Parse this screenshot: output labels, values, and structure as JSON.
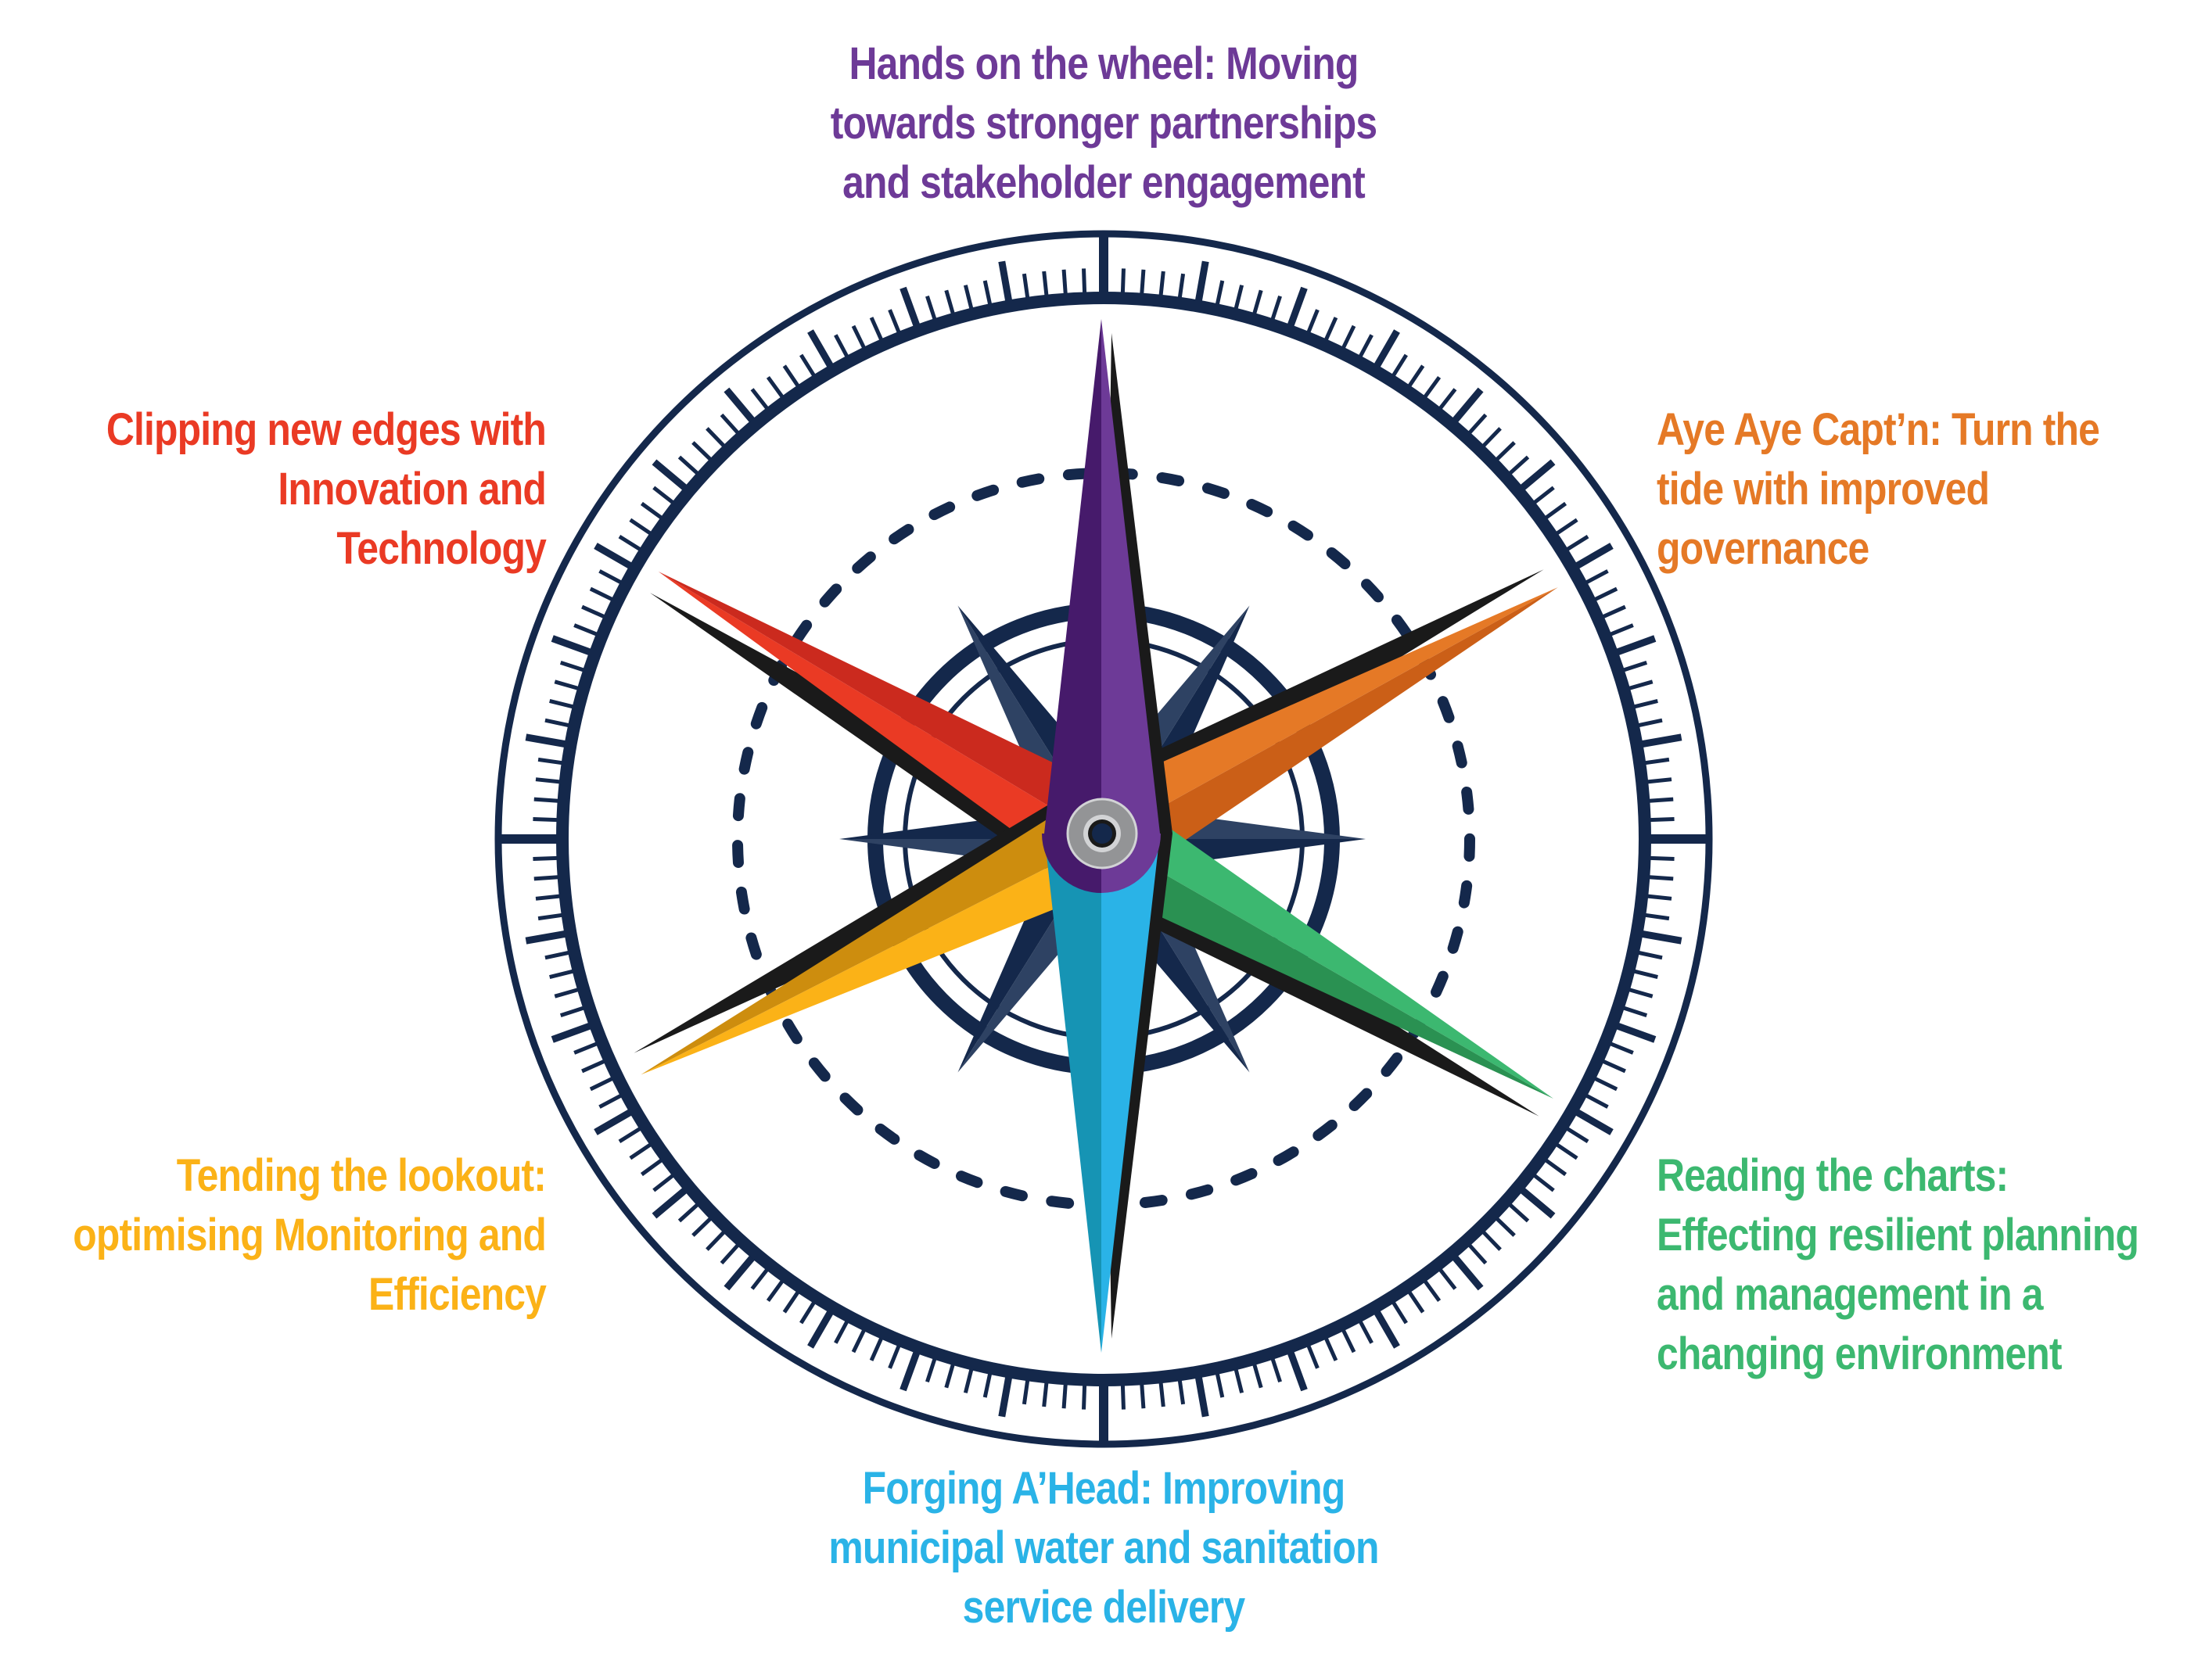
{
  "colors": {
    "navy": "#14284b",
    "navy_light": "#2e4263",
    "shadow": "#1a1a1a",
    "purple": "#6d3a97",
    "purple_dark": "#461a6b",
    "blue": "#2ab3e7",
    "blue_dark": "#1694b4",
    "red": "#ea3a24",
    "red_dark": "#cb2a1e",
    "orange": "#e57926",
    "orange_dark": "#cb5f17",
    "yellow": "#fbb217",
    "yellow_dark": "#cd8d0e",
    "green": "#3cb870",
    "green_dark": "#2a9152",
    "hub_gray": "#939496",
    "hub_light": "#d2d3d5"
  },
  "themes": [
    {
      "id": "top",
      "direction": "north",
      "color": "#6d3a97",
      "lines": [
        "Hands on the wheel: Moving",
        "towards stronger partnerships",
        "and stakeholder engagement"
      ]
    },
    {
      "id": "upper-right",
      "direction": "north-east",
      "color": "#e57926",
      "lines": [
        "Aye Aye Capt’n: Turn the",
        "tide with improved",
        "governance"
      ]
    },
    {
      "id": "lower-right",
      "direction": "south-east",
      "color": "#3cb870",
      "lines": [
        "Reading the charts:",
        "Effecting resilient planning",
        "and management in a",
        "changing environment"
      ]
    },
    {
      "id": "bottom",
      "direction": "south",
      "color": "#2ab3e7",
      "lines": [
        "Forging A’Head: Improving",
        "municipal water and sanitation",
        "service delivery"
      ]
    },
    {
      "id": "lower-left",
      "direction": "south-west",
      "color": "#fbb217",
      "lines": [
        "Tending the lookout:",
        "optimising Monitoring and",
        "Efficiency"
      ]
    },
    {
      "id": "upper-left",
      "direction": "north-west",
      "color": "#ea3a24",
      "lines": [
        "Clipping new edges with",
        "Innovation and",
        "Technology"
      ]
    }
  ],
  "needles": [
    {
      "name": "purple-needle",
      "theme": "top",
      "angle_deg": -90,
      "light": "#6d3a97",
      "dark": "#461a6b"
    },
    {
      "name": "blue-needle",
      "theme": "bottom",
      "angle_deg": 90,
      "light": "#2ab3e7",
      "dark": "#1694b4"
    },
    {
      "name": "red-needle",
      "theme": "upper-left",
      "angle_deg": -149,
      "light": "#ea3a24",
      "dark": "#cb2a1e"
    },
    {
      "name": "orange-needle",
      "theme": "upper-right",
      "angle_deg": -29,
      "light": "#e57926",
      "dark": "#cb5f17"
    },
    {
      "name": "yellow-needle",
      "theme": "lower-left",
      "angle_deg": 153,
      "light": "#fbb217",
      "dark": "#cd8d0e"
    },
    {
      "name": "green-needle",
      "theme": "lower-right",
      "angle_deg": 30,
      "light": "#3cb870",
      "dark": "#2a9152"
    }
  ],
  "dial": {
    "tick_step_deg": 2,
    "major_tick_every_deg": 10,
    "cardinal_tick_every_deg": 90
  }
}
